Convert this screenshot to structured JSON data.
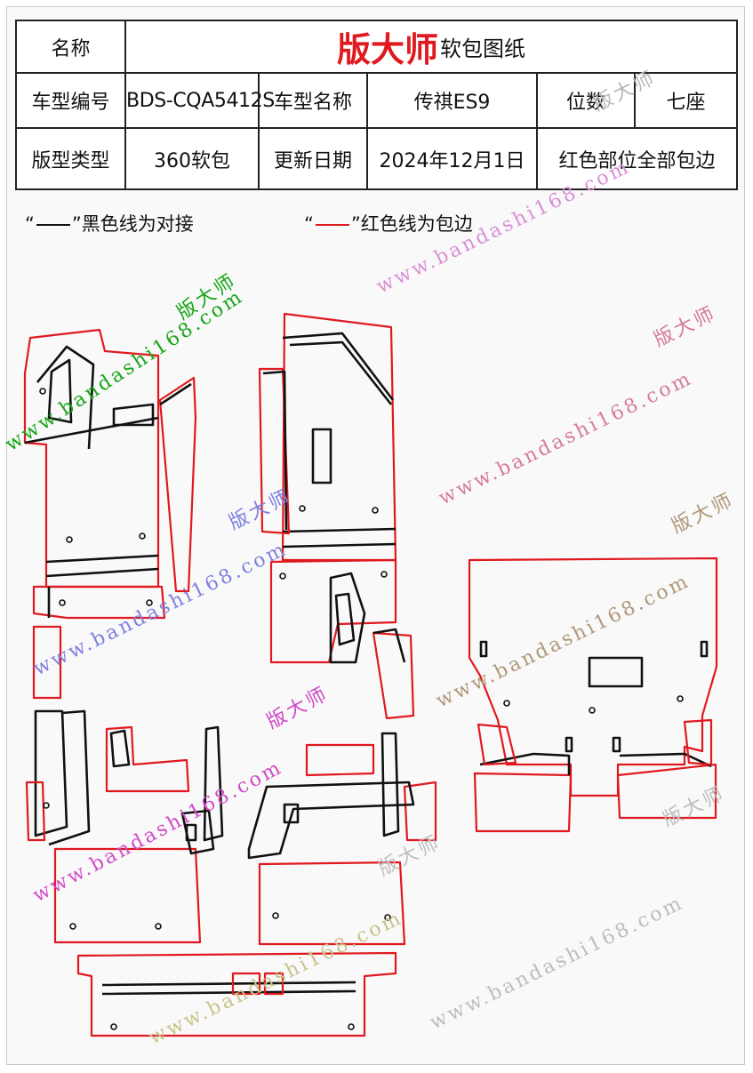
{
  "table": {
    "name_label": "名称",
    "brand": "版大师",
    "doc_type": "软包图纸",
    "model_code_label": "车型编号",
    "model_code": "BDS-CQA5412S",
    "model_name_label": "车型名称",
    "model_name": "传祺ES9",
    "seats_label": "位数",
    "seats": "七座",
    "layout_type_label": "版型类型",
    "layout_type": "360软包",
    "update_date_label": "更新日期",
    "update_date": "2024年12月1日",
    "note": "红色部位全部包边"
  },
  "legend": {
    "black_open": "“",
    "black_close": "”黑色线为对接",
    "red_open": "“",
    "red_close": "”红色线为包边"
  },
  "watermark": {
    "url": "www.bandashi168.com",
    "brand": "版大师"
  },
  "colors": {
    "red_binding": "#e0191f",
    "black_seam": "#111111"
  }
}
